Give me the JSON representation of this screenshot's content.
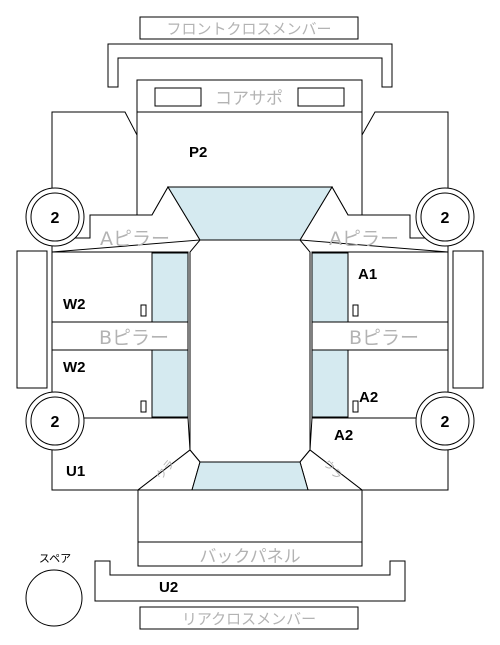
{
  "labels": {
    "front_cross_member": "フロントクロスメンバー",
    "core_support": "コアサポ",
    "a_pillar": "Aピラー",
    "b_pillar": "Bピラー",
    "back_panel": "バックパネル",
    "rear_cross_member": "リアクロスメンバー",
    "spare": "スペア",
    "ural": "ウラ"
  },
  "marks": {
    "p2": "P2",
    "a1": "A1",
    "a2": "A2",
    "w2": "W2",
    "u1": "U1",
    "u2": "U2",
    "wheel": "2"
  },
  "colors": {
    "glass": "#d5eaf0",
    "line": "#000000",
    "label_gray": "#b3b3b3"
  }
}
